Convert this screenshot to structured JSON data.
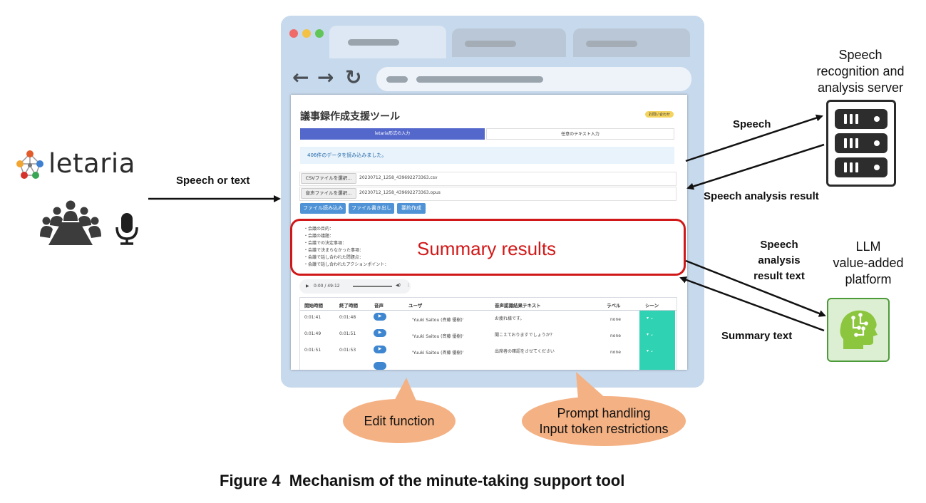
{
  "logo": {
    "text": "letaria"
  },
  "left_labels": {
    "speech_or_text": "Speech or text"
  },
  "browser": {
    "app_title": "議事録作成支援ツール",
    "contact_badge": "お問い合わせ",
    "tabs": [
      "letaria形式の入力",
      "任意のテキスト入力"
    ],
    "info_message": "406件のデータを読み込みました。",
    "csv_button": "CSVファイルを選択...",
    "csv_filename": "20230712_1258_439692273363.csv",
    "audio_button": "音声ファイルを選択...",
    "audio_filename": "20230712_1258_439692273363.opus",
    "action_buttons": [
      "ファイル読み込み",
      "ファイル書き出し",
      "要約作成"
    ],
    "summary_lines": [
      "・会議の目的：",
      "・会議の議題：",
      "・会議での決定事項：",
      "・会議で決まらなかった事項：",
      "・会議で話し合われた問題点：",
      "・会議で話し合われたアクションポイント："
    ],
    "audio_time": "0:00 / 49:12",
    "table": {
      "headers": [
        "開始時間",
        "終了時間",
        "音声",
        "ユーザ",
        "音声認識結果テキスト",
        "ラベル",
        "シーン"
      ],
      "rows": [
        {
          "start": "0:01:41",
          "end": "0:01:48",
          "user": "'Yuuki Saitou (斉藤 優樹)'",
          "text": "お疲れ様です。",
          "label": "none"
        },
        {
          "start": "0:01:49",
          "end": "0:01:51",
          "user": "'Yuuki Saitou (斉藤 優樹)'",
          "text": "聞こえておりますでしょうか？",
          "label": "none"
        },
        {
          "start": "0:01:51",
          "end": "0:01:53",
          "user": "'Yuuki Saitou (斉藤 優樹)'",
          "text": "出席者の確認をさせてください",
          "label": "none"
        }
      ]
    }
  },
  "summary_overlay": "Summary results",
  "arrows": {
    "speech": "Speech",
    "speech_analysis_result": "Speech analysis result",
    "speech_analysis_result_text": [
      "Speech",
      "analysis",
      "result text"
    ],
    "summary_text": "Summary text"
  },
  "server_label": [
    "Speech",
    "recognition and",
    "analysis server"
  ],
  "llm_label": [
    "LLM",
    "value-added",
    "platform"
  ],
  "callouts": {
    "edit_function": "Edit function",
    "prompt": [
      "Prompt handling",
      "Input token restrictions"
    ]
  },
  "caption": "Figure 4  Mechanism of the minute-taking support tool",
  "colors": {
    "summary_red": "#d11818",
    "callout_orange": "#f4b183",
    "llm_green": "#4d9a3a",
    "tab_blue": "#5468cc"
  },
  "icons": [
    "network-logo-icon",
    "meeting-people-icon",
    "microphone-icon",
    "server-rack-icon",
    "ai-brain-icon",
    "back-arrow-icon",
    "forward-arrow-icon",
    "reload-icon"
  ]
}
